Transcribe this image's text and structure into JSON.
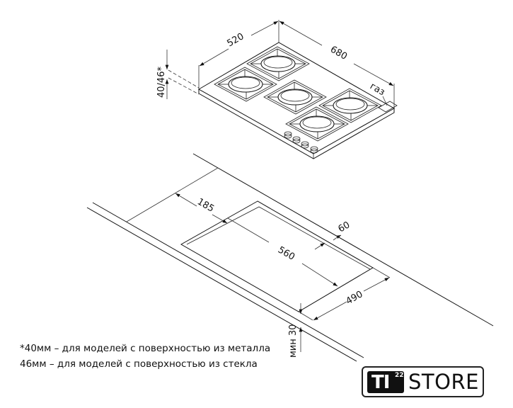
{
  "hob": {
    "dim_depth": "520",
    "dim_width": "680",
    "dim_height": "40/46*",
    "gas_label": "газ",
    "burners": 5,
    "knobs": 4
  },
  "cutout": {
    "dim_back_offset": "185",
    "dim_length": "560",
    "dim_front_offset": "60",
    "dim_width": "490",
    "dim_min_thickness": "мин 30"
  },
  "notes": [
    "*40мм – для моделей с поверхностью из металла",
    "46мм – для моделей с поверхностью из стекла"
  ],
  "logo": {
    "mark": "TI",
    "superscript": "22",
    "word": "STORE"
  }
}
